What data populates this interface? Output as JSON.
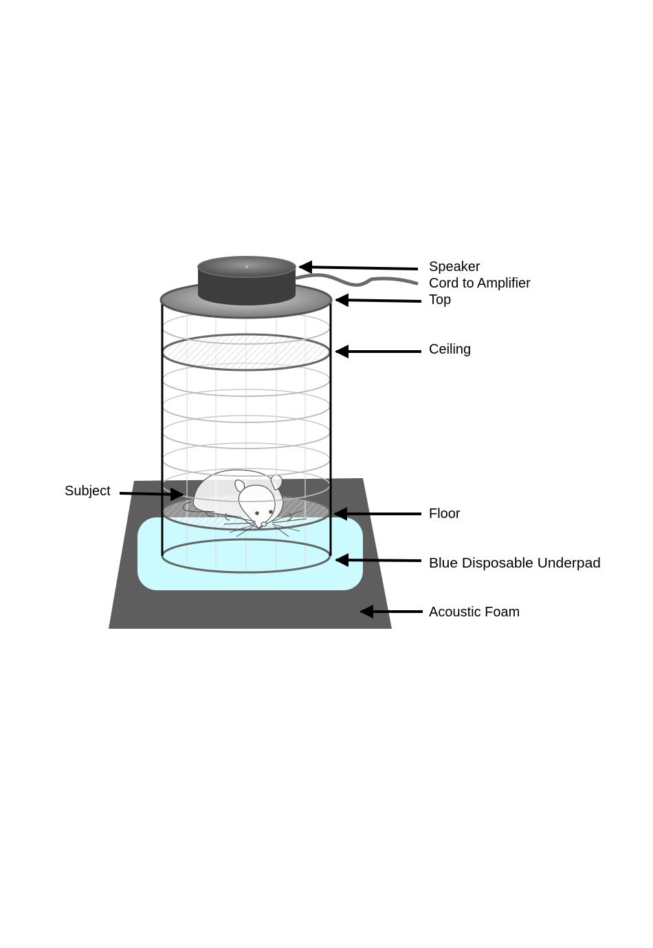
{
  "labels": {
    "speaker": "Speaker",
    "cord": "Cord to Amplifier",
    "top": "Top",
    "ceiling": "Ceiling",
    "subject": "Subject",
    "floor": "Floor",
    "underpad": "Blue Disposable Underpad",
    "foam": "Acoustic Foam"
  },
  "colors": {
    "foam": "#5e5e5e",
    "underpad": "#ccfbff",
    "speaker_dark": "#3d3d3d",
    "speaker_rim": "#6a6a6a",
    "top_plate": "#8f8f8f",
    "ring": "#666666",
    "wire": "#c8c8c8"
  }
}
